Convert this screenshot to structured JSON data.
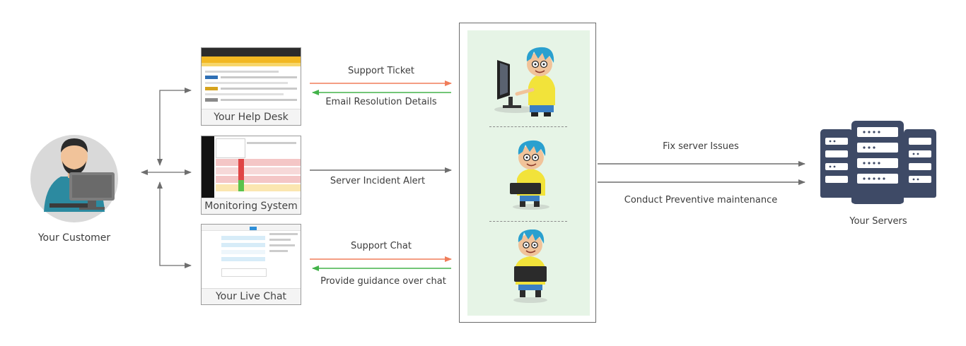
{
  "customer": {
    "label": "Your Customer"
  },
  "helpdesk": {
    "label": "Your Help Desk"
  },
  "monitoring": {
    "label": "Monitoring System"
  },
  "livechat": {
    "label": "Your Live Chat"
  },
  "servers": {
    "label": "Your Servers"
  },
  "flows": {
    "support_ticket": "Support Ticket",
    "email_resolution": "Email Resolution Details",
    "server_alert": "Server Incident Alert",
    "support_chat": "Support Chat",
    "guidance": "Provide guidance over chat",
    "fix_issues": "Fix server Issues",
    "preventive": "Conduct Preventive maintenance"
  },
  "colors": {
    "arrow_gray": "#6e6e6e",
    "arrow_orange": "#f07d5a",
    "arrow_green": "#43b34a",
    "server_navy": "#3e4a66",
    "panel_bg": "#e6f4e6",
    "customer_circle": "#d9d9d9",
    "shirt_teal": "#2c8aa0",
    "hair_blue": "#2aa0cf",
    "shirt_yellow": "#f2e33a"
  },
  "icons": {
    "customer": "customer-at-computer-icon",
    "servers": "server-rack-icon",
    "engineer": "cartoon-engineer-icon"
  }
}
